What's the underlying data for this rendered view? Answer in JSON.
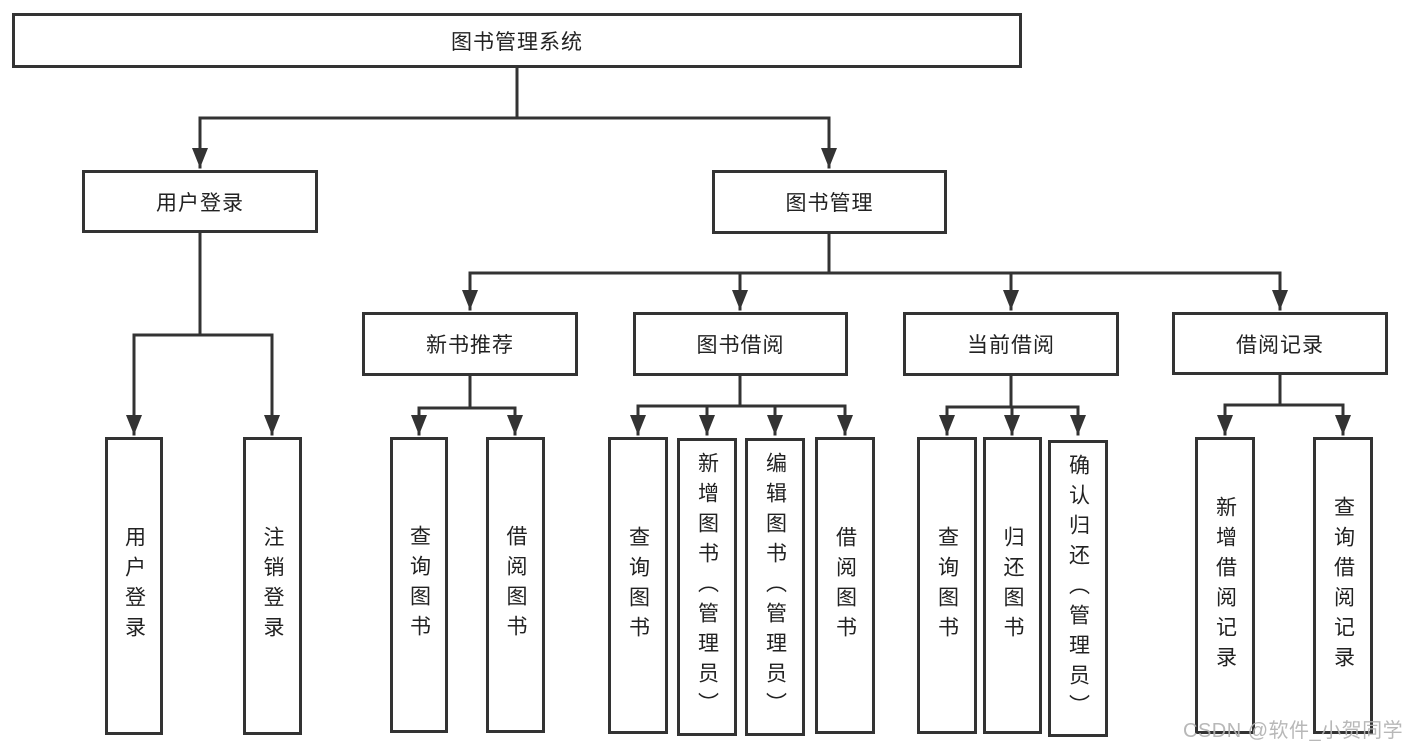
{
  "colors": {
    "line": "#333333",
    "box_border": "#333333",
    "text": "#222222",
    "watermark": "#b2b2b2",
    "background": "#ffffff"
  },
  "watermark": "CSDN @软件_小贺同学",
  "tree": {
    "root": {
      "label": "图书管理系统",
      "children": [
        {
          "label": "用户登录",
          "children": [
            {
              "label": "用户登录"
            },
            {
              "label": "注销登录"
            }
          ]
        },
        {
          "label": "图书管理",
          "children": [
            {
              "label": "新书推荐",
              "children": [
                {
                  "label": "查询图书"
                },
                {
                  "label": "借阅图书"
                }
              ]
            },
            {
              "label": "图书借阅",
              "children": [
                {
                  "label": "查询图书"
                },
                {
                  "label": "新增图书（管理员）"
                },
                {
                  "label": "编辑图书（管理员）"
                },
                {
                  "label": "借阅图书"
                }
              ]
            },
            {
              "label": "当前借阅",
              "children": [
                {
                  "label": "查询图书"
                },
                {
                  "label": "归还图书"
                },
                {
                  "label": "确认归还（管理员）"
                }
              ]
            },
            {
              "label": "借阅记录",
              "children": [
                {
                  "label": "新增借阅记录"
                },
                {
                  "label": "查询借阅记录"
                }
              ]
            }
          ]
        }
      ]
    }
  }
}
